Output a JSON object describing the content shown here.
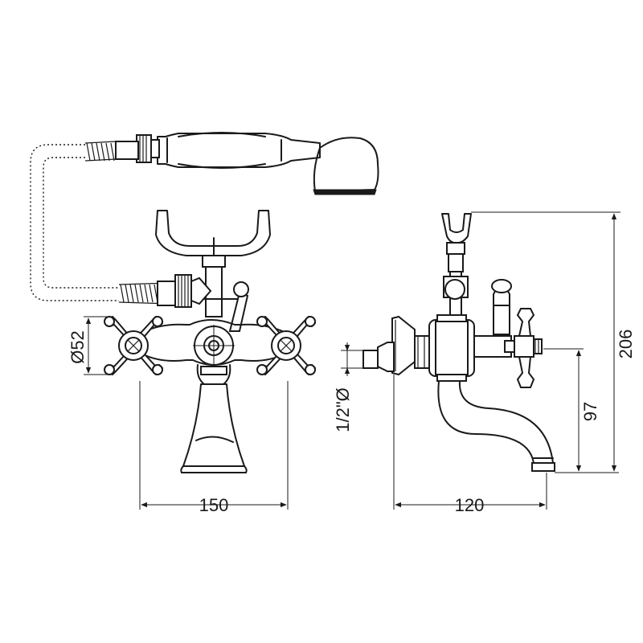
{
  "dimensions": {
    "front_width": "150",
    "handle_diameter": "Ø52",
    "side_depth": "120",
    "inlet_thread": "1/2\"Ø",
    "spout_height": "97",
    "total_height": "206"
  },
  "colors": {
    "line": "#1a1a1a",
    "background": "#ffffff"
  }
}
